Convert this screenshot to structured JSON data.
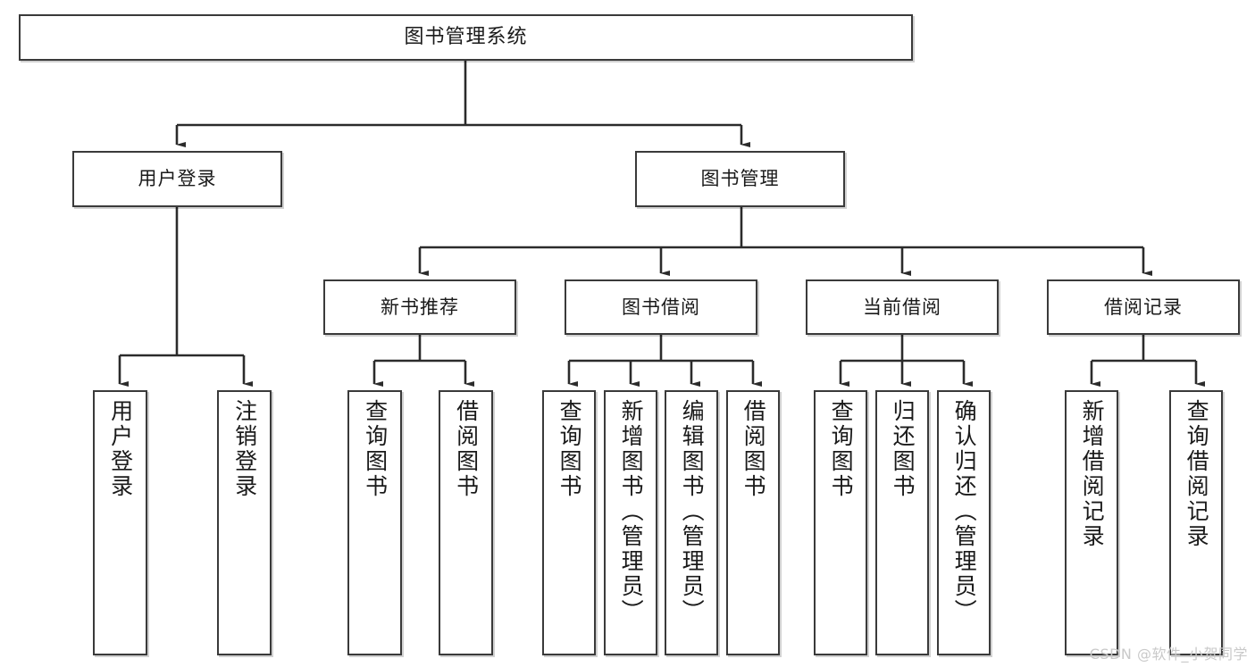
{
  "diagram": {
    "title": "图书管理系统",
    "type": "tree",
    "watermark": "CSDN @软件_小贺同学",
    "colors": {
      "box_border": "#3a3a3a",
      "box_fill": "#ffffff",
      "link": "#2b2b2b",
      "text": "#1a1a1a",
      "watermark": "#c9c9c9"
    },
    "nodes": {
      "root": {
        "label": "图书管理系统"
      },
      "level2": [
        {
          "id": "user-login",
          "label": "用户登录"
        },
        {
          "id": "book-manage",
          "label": "图书管理"
        }
      ],
      "level3": [
        {
          "id": "new-book-recommend",
          "label": "新书推荐"
        },
        {
          "id": "book-borrow",
          "label": "图书借阅"
        },
        {
          "id": "current-borrow",
          "label": "当前借阅"
        },
        {
          "id": "borrow-record",
          "label": "借阅记录"
        }
      ],
      "leaves": {
        "user-login": [
          {
            "id": "leaf-user-login",
            "label": "用户登录"
          },
          {
            "id": "leaf-user-logout",
            "label": "注销登录"
          }
        ],
        "new-book-recommend": [
          {
            "id": "leaf-query-book-1",
            "label": "查询图书"
          },
          {
            "id": "leaf-borrow-book-1",
            "label": "借阅图书"
          }
        ],
        "book-borrow": [
          {
            "id": "leaf-query-book-2",
            "label": "查询图书"
          },
          {
            "id": "leaf-add-book",
            "label": "新增图书（管理员）"
          },
          {
            "id": "leaf-edit-book",
            "label": "编辑图书（管理员）"
          },
          {
            "id": "leaf-borrow-book-2",
            "label": "借阅图书"
          }
        ],
        "current-borrow": [
          {
            "id": "leaf-query-book-3",
            "label": "查询图书"
          },
          {
            "id": "leaf-return-book",
            "label": "归还图书"
          },
          {
            "id": "leaf-confirm-return",
            "label": "确认归还（管理员）"
          }
        ],
        "borrow-record": [
          {
            "id": "leaf-add-record",
            "label": "新增借阅记录"
          },
          {
            "id": "leaf-query-record",
            "label": "查询借阅记录"
          }
        ]
      }
    }
  }
}
